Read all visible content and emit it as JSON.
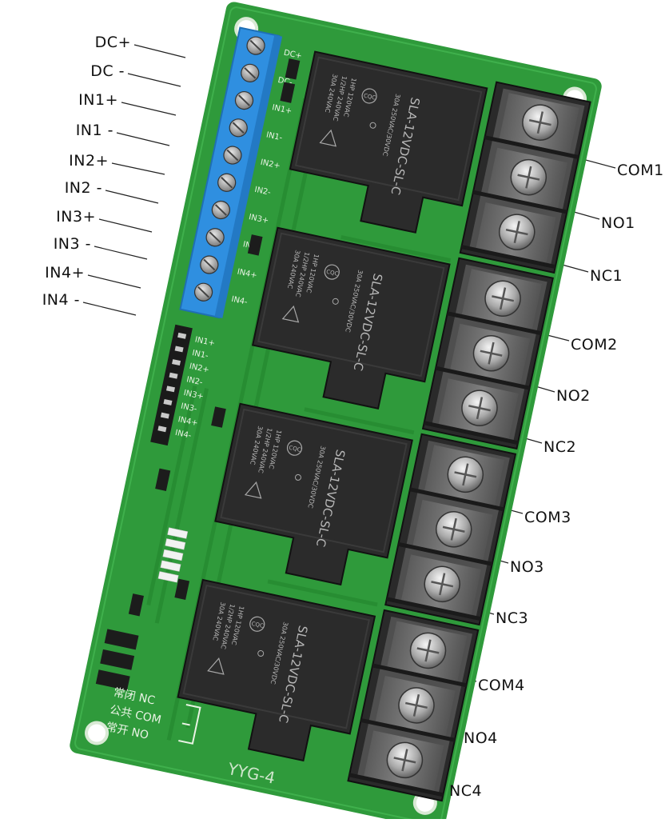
{
  "input_labels": [
    "DC+",
    "DC -",
    "IN1+",
    "IN1 -",
    "IN2+",
    "IN2 -",
    "IN3+",
    "IN3 -",
    "IN4+",
    "IN4 -"
  ],
  "output_labels": [
    "COM1",
    "NO1",
    "NC1",
    "COM2",
    "NO2",
    "NC2",
    "COM3",
    "NO3",
    "NC3",
    "COM4",
    "NO4",
    "NC4"
  ],
  "board": {
    "input_silk": [
      "DC+",
      "DC-",
      "IN1+",
      "IN1-",
      "IN2+",
      "IN2-",
      "IN3+",
      "IN3-",
      "IN4+",
      "IN4-"
    ],
    "header_silk": [
      "IN1+",
      "IN1-",
      "IN2+",
      "IN2-",
      "IN3+",
      "IN3-",
      "IN4+",
      "IN4-"
    ],
    "legend": [
      "常闭 NC",
      "公共 COM",
      "常开 NO"
    ],
    "model": "YYG-4",
    "colors": {
      "pcb": "#2f9a3b",
      "terminal_blue": "#2f8fe0",
      "relay": "#2b2b2b"
    }
  },
  "relay": {
    "model": "SLA-12VDC-SL-C",
    "rating_1": "30A  250VAC/30VDC",
    "hp_1": "1HP 120VAC",
    "hp_2": "1/2HP 240VAC",
    "amp_1": "30A  240VAC",
    "cert": "CQC"
  }
}
